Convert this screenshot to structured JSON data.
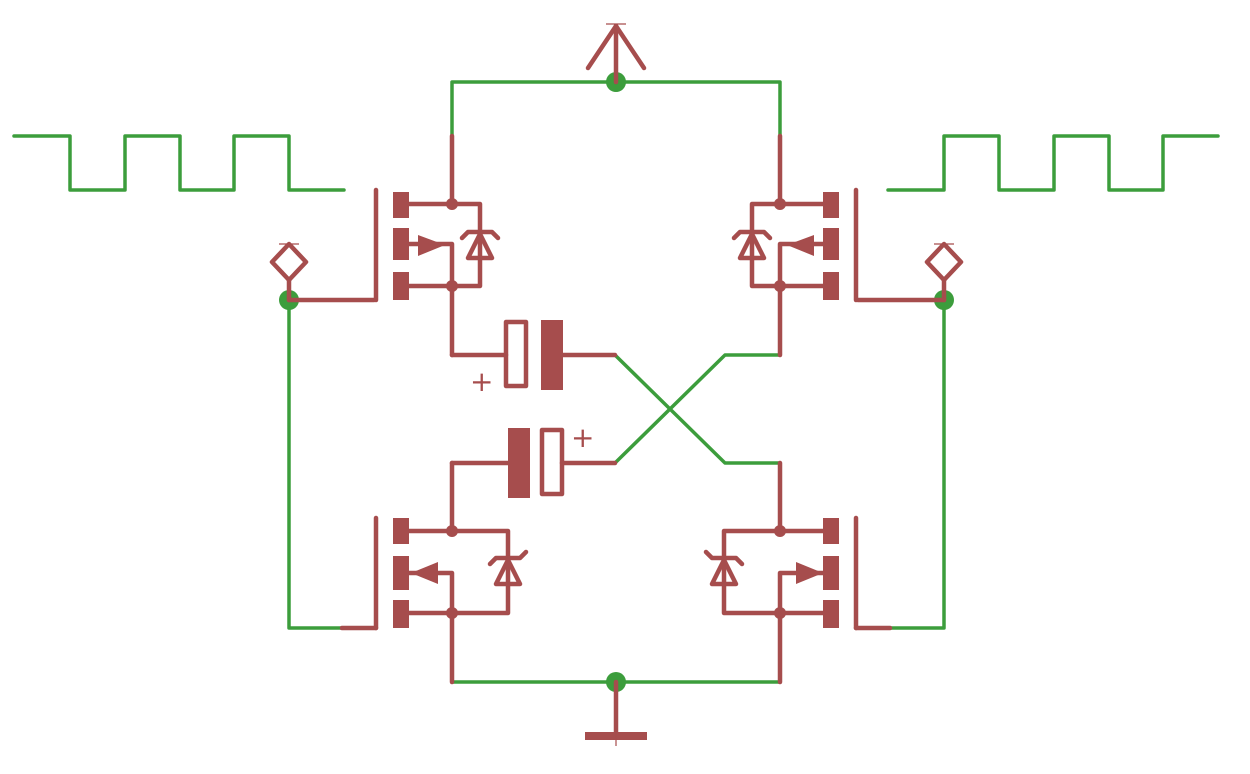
{
  "colors": {
    "wire": "#3c9d3c",
    "symbol": "#a64d4d",
    "background": "#ffffff"
  },
  "components": {
    "power_supply": {
      "symbol": "supply-arrow-icon"
    },
    "ground": {
      "symbol": "ground-bar-icon"
    },
    "mosfets": [
      {
        "id": "q-top-left",
        "kind": "n-channel-mosfet",
        "body_diode": "zener"
      },
      {
        "id": "q-top-right",
        "kind": "n-channel-mosfet",
        "body_diode": "zener"
      },
      {
        "id": "q-bottom-left",
        "kind": "n-channel-mosfet",
        "body_diode": "zener"
      },
      {
        "id": "q-bottom-right",
        "kind": "n-channel-mosfet",
        "body_diode": "zener"
      }
    ],
    "capacitors": [
      {
        "id": "c-upper",
        "kind": "polarized",
        "polarity_label": "+"
      },
      {
        "id": "c-lower",
        "kind": "polarized",
        "polarity_label": "+"
      }
    ],
    "gate_drive_left": {
      "symbol": "square-wave-icon",
      "source": "diamond-source-icon"
    },
    "gate_drive_right": {
      "symbol": "square-wave-icon",
      "source": "diamond-source-icon"
    }
  }
}
